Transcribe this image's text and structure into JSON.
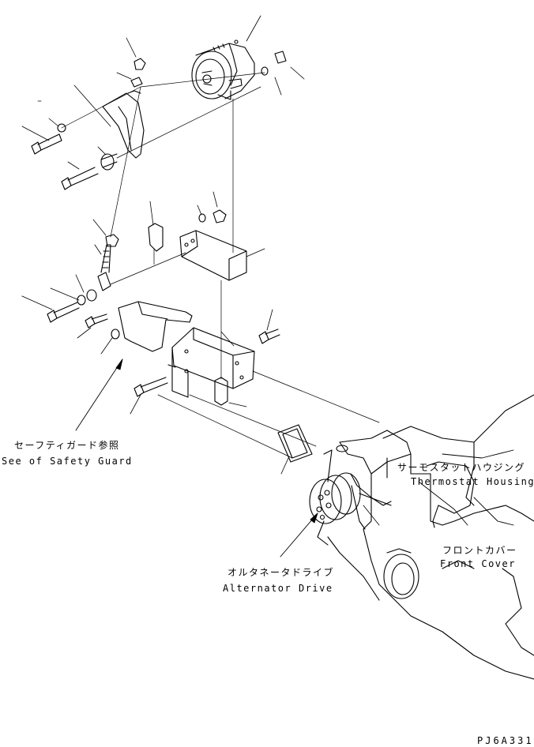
{
  "labels": {
    "safety_guard_jp": "セーフティガード参照",
    "safety_guard_en": "See of Safety Guard",
    "thermostat_jp": "サーモスタットハウジング",
    "thermostat_en": "Thermostat Housing",
    "front_cover_jp": "フロントカバー",
    "front_cover_en": "Front Cover",
    "alt_drive_jp": "オルタネータドライブ",
    "alt_drive_en": "Alternator Drive",
    "drawing_code": "PJ6A331"
  },
  "colors": {
    "ink": "#000000",
    "paper": "#ffffff"
  }
}
